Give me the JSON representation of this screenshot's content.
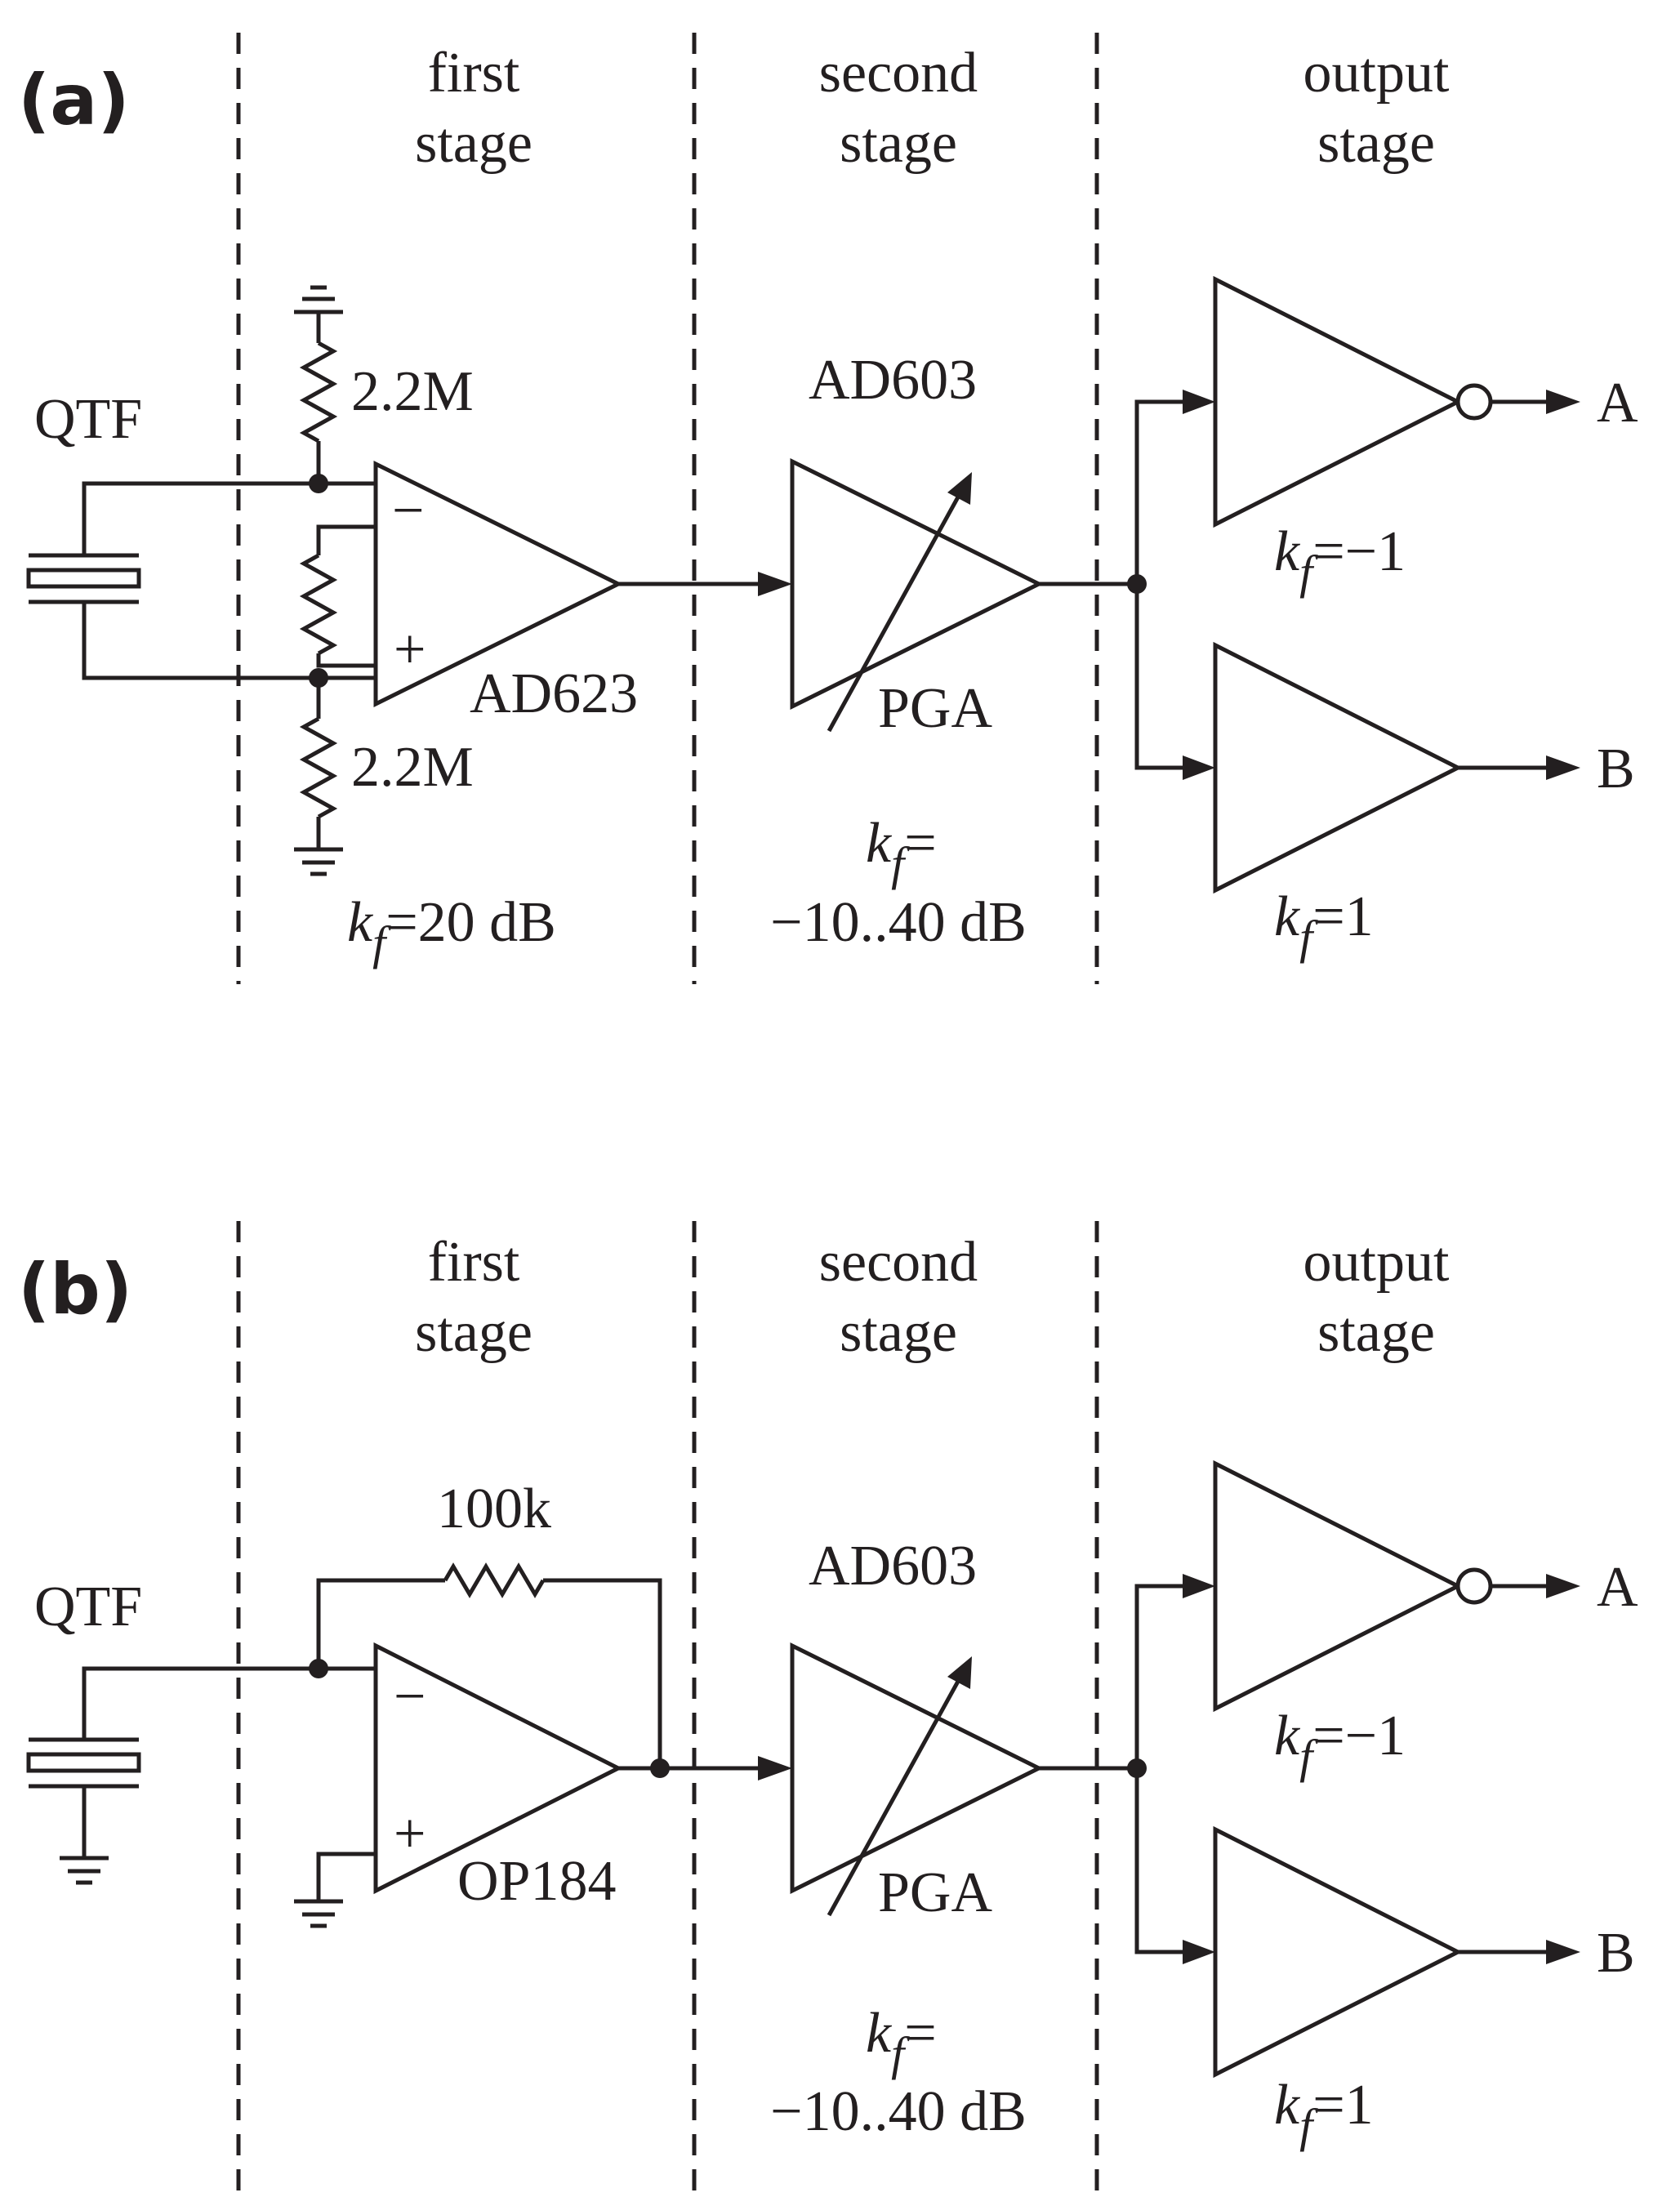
{
  "panels": [
    {
      "label": "(a)",
      "stages": {
        "first": [
          "first",
          "stage"
        ],
        "second": [
          "second",
          "stage"
        ],
        "output": [
          "output",
          "stage"
        ]
      },
      "source": "QTF",
      "first_stage": {
        "amp": "AD623",
        "resistor_top": "2.2M",
        "resistor_bottom": "2.2M",
        "minus": "−",
        "plus": "+",
        "gain_k": "k",
        "gain_sub": "f",
        "gain_value": "=20 dB"
      },
      "second_stage": {
        "amp": "AD603",
        "type": "PGA",
        "gain_k": "k",
        "gain_sub": "f",
        "gain_eq": "=",
        "gain_range": "−10..40 dB"
      },
      "output_stage": {
        "out_a": "A",
        "out_b": "B",
        "gain_a_k": "k",
        "gain_a_sub": "f",
        "gain_a_value": "=−1",
        "gain_b_k": "k",
        "gain_b_sub": "f",
        "gain_b_value": "=1"
      }
    },
    {
      "label": "(b)",
      "stages": {
        "first": [
          "first",
          "stage"
        ],
        "second": [
          "second",
          "stage"
        ],
        "output": [
          "output",
          "stage"
        ]
      },
      "source": "QTF",
      "first_stage": {
        "amp": "OP184",
        "feedback_resistor": "100k",
        "minus": "−",
        "plus": "+"
      },
      "second_stage": {
        "amp": "AD603",
        "type": "PGA",
        "gain_k": "k",
        "gain_sub": "f",
        "gain_eq": "=",
        "gain_range": "−10..40 dB"
      },
      "output_stage": {
        "out_a": "A",
        "out_b": "B",
        "gain_a_k": "k",
        "gain_a_sub": "f",
        "gain_a_value": "=−1",
        "gain_b_k": "k",
        "gain_b_sub": "f",
        "gain_b_value": "=1"
      }
    }
  ]
}
